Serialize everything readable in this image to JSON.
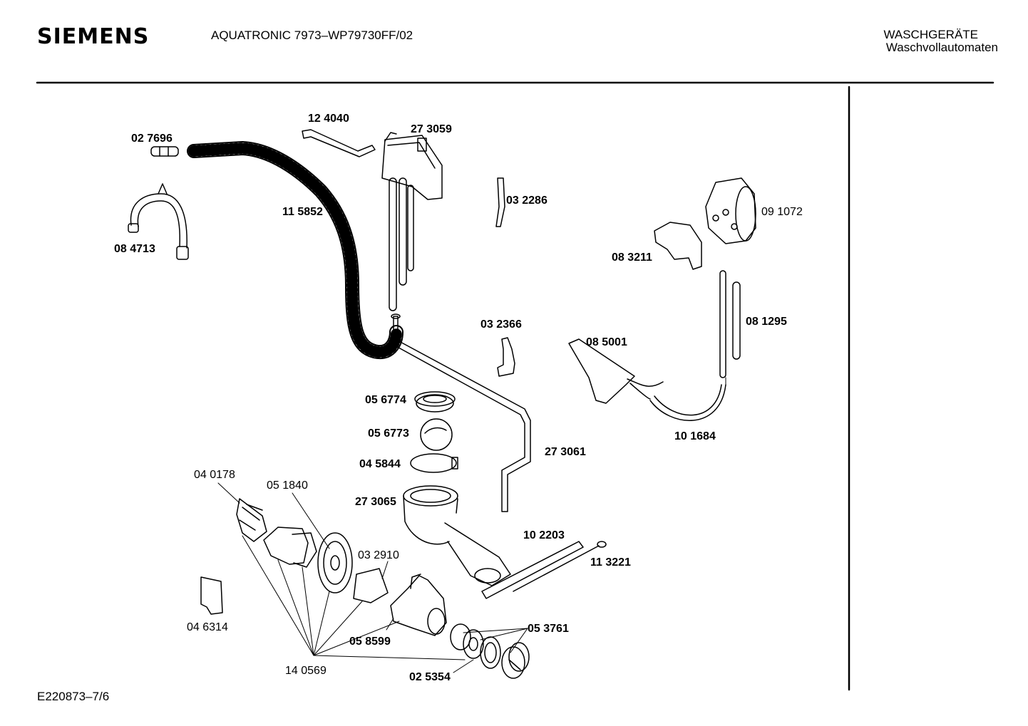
{
  "header": {
    "brand": "SIEMENS",
    "model": "AQUATRONIC 7973–WP79730FF/02",
    "category": "WASCHGERÄTE",
    "subcategory": "Waschvollautomaten"
  },
  "footer": {
    "drawing_id": "E220873–7/6"
  },
  "parts": [
    {
      "id": "p124040",
      "number": "12 4040"
    },
    {
      "id": "p273059",
      "number": "27 3059"
    },
    {
      "id": "p027696",
      "number": "02 7696"
    },
    {
      "id": "p032286",
      "number": "03 2286"
    },
    {
      "id": "p115852",
      "number": "11 5852"
    },
    {
      "id": "p091072",
      "number": "09 1072"
    },
    {
      "id": "p084713",
      "number": "08 4713"
    },
    {
      "id": "p083211",
      "number": "08 3211"
    },
    {
      "id": "p032366",
      "number": "03 2366"
    },
    {
      "id": "p081295",
      "number": "08 1295"
    },
    {
      "id": "p085001",
      "number": "08 5001"
    },
    {
      "id": "p056774",
      "number": "05 6774"
    },
    {
      "id": "p056773",
      "number": "05 6773"
    },
    {
      "id": "p101684",
      "number": "10 1684"
    },
    {
      "id": "p273061",
      "number": "27 3061"
    },
    {
      "id": "p045844",
      "number": "04 5844"
    },
    {
      "id": "p040178",
      "number": "04 0178"
    },
    {
      "id": "p051840",
      "number": "05 1840"
    },
    {
      "id": "p273065",
      "number": "27 3065"
    },
    {
      "id": "p102203",
      "number": "10 2203"
    },
    {
      "id": "p032910",
      "number": "03 2910"
    },
    {
      "id": "p113221",
      "number": "11 3221"
    },
    {
      "id": "p046314",
      "number": "04 6314"
    },
    {
      "id": "p053761",
      "number": "05 3761"
    },
    {
      "id": "p058599",
      "number": "05 8599"
    },
    {
      "id": "p140569",
      "number": "14 0569"
    },
    {
      "id": "p025354",
      "number": "02 5354"
    }
  ]
}
